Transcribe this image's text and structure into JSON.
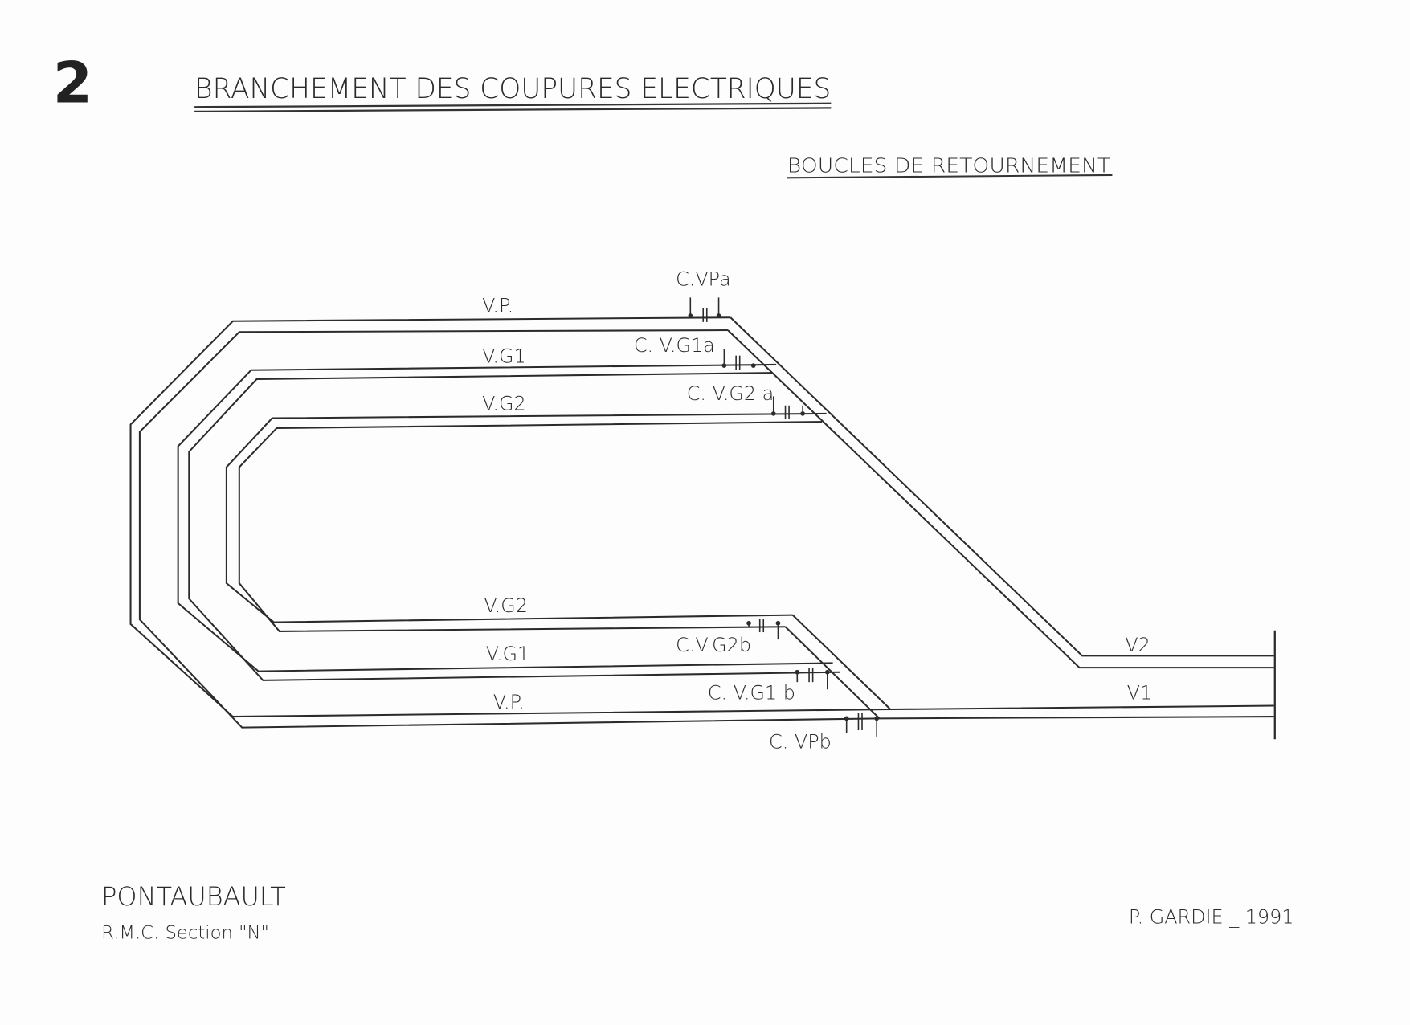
{
  "sheet_number": "2",
  "title": "BRANCHEMENT  DES  COUPURES  ELECTRIQUES",
  "subtitle": "BOUCLES  DE  RETOURNEMENT",
  "track_labels": {
    "vp_top": "V.P.",
    "vg1_top": "V.G1",
    "vg2_top": "V.G2",
    "vg2_bottom": "V.G2",
    "vg1_bottom": "V.G1",
    "vp_bottom": "V.P.",
    "v2": "V2",
    "v1": "V1"
  },
  "cut_labels": {
    "cvpa": "C.VPa",
    "cvg1a": "C. V.G1a",
    "cvg2a": "C. V.G2 a",
    "cvg2b": "C.V.G2b",
    "cvg1b": "C. V.G1 b",
    "cvpb": "C. VPb"
  },
  "footer": {
    "place": "PONTAUBAULT",
    "section": "R.M.C.  Section \"N\"",
    "author": "P. GARDIE  _  1991"
  }
}
